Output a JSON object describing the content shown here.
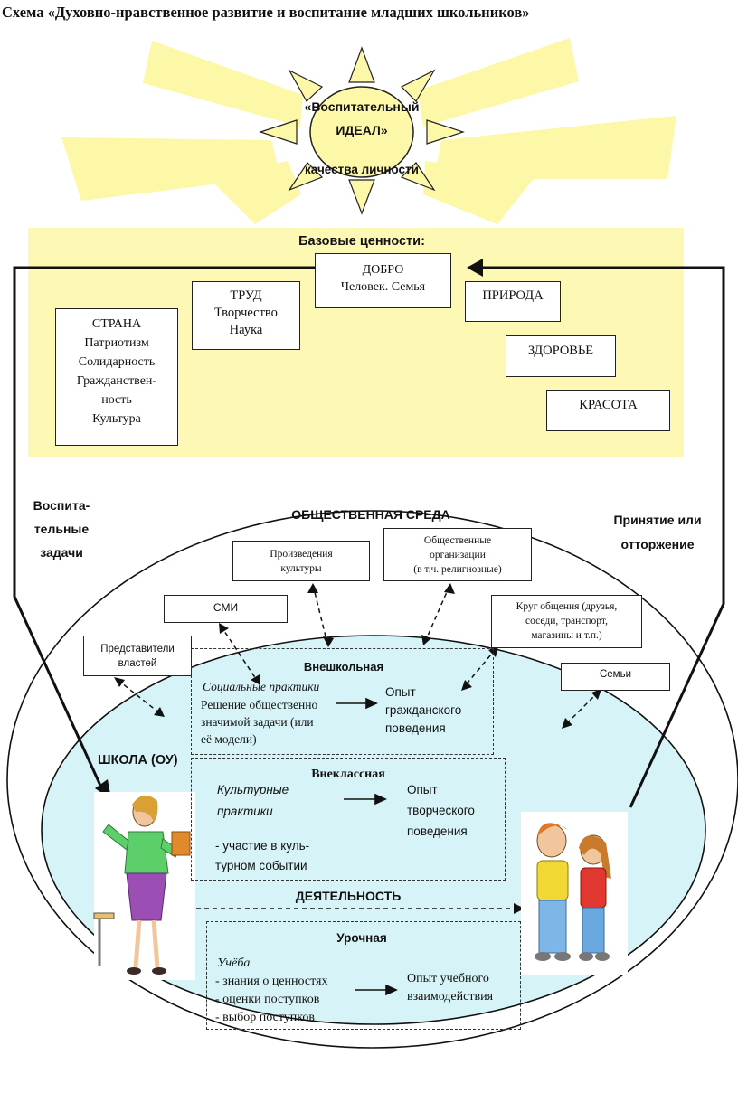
{
  "title": "Схема «Духовно-нравственное развитие и воспитание младших школьников»",
  "sun": {
    "line1": "«Воспитательный",
    "line2": "ИДЕАЛ»",
    "line3": "качества личности"
  },
  "values": {
    "heading": "Базовые ценности:",
    "dobro": [
      "ДОБРО",
      "Человек. Семья"
    ],
    "trud": [
      "ТРУД",
      "Творчество",
      "Наука"
    ],
    "strana": [
      "СТРАНА",
      "Патриотизм",
      "Солидарность",
      "Гражданствен-",
      "ность",
      "Культура"
    ],
    "priroda": [
      "ПРИРОДА"
    ],
    "zdorovye": [
      "ЗДОРОВЬЕ"
    ],
    "krasota": [
      "КРАСОТА"
    ]
  },
  "side_labels": {
    "left": [
      "Воспита-",
      "тельные",
      "задачи"
    ],
    "right": [
      "Принятие или",
      "отторжение"
    ]
  },
  "environment": {
    "heading": "ОБЩЕСТВЕННАЯ СРЕДА",
    "culture_works": [
      "Произведения",
      "культуры"
    ],
    "public_orgs": [
      "Общественные",
      "организации",
      "(в т.ч. религиозные)"
    ],
    "media": [
      "СМИ"
    ],
    "social_circle": [
      "Круг общения (друзья,",
      "соседи, транспорт,",
      "магазины и т.п.)"
    ],
    "authorities": [
      "Представители",
      "властей"
    ],
    "families": [
      "Семьи"
    ]
  },
  "school": {
    "label": "ШКОЛА (ОУ)",
    "activity": "ДЕЯТЕЛЬНОСТЬ"
  },
  "extracurricular": {
    "heading": "Внешкольная",
    "practice": "Социальные практики",
    "lines": [
      "Решение общественно",
      "значимой задачи (или",
      "её модели)"
    ],
    "result": [
      "Опыт",
      "гражданского",
      "поведения"
    ]
  },
  "outofclass": {
    "heading": "Внеклассная",
    "practice": [
      "Культурные",
      "практики"
    ],
    "lines": [
      "- участие в куль-",
      "турном событии"
    ],
    "result": [
      "Опыт",
      "творческого",
      "поведения"
    ]
  },
  "lesson": {
    "heading": "Урочная",
    "practice": "Учёба",
    "lines": [
      "- знания о ценностях",
      "- оценки поступков",
      "- выбор поступков"
    ],
    "result": [
      "Опыт  учебного",
      "взаимодействия"
    ]
  },
  "colors": {
    "sun_yellow": "#fdf7a8",
    "panel_yellow": "#fdf9b4",
    "school_cyan": "#d6f4f7",
    "ink": "#111111"
  }
}
